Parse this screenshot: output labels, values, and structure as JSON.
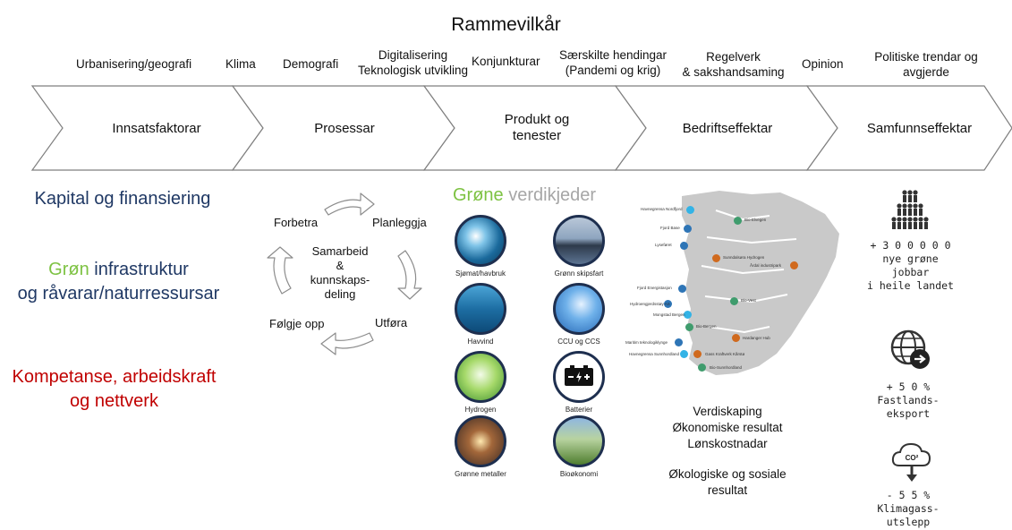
{
  "title": "Rammevilkår",
  "framework": [
    {
      "l1": "Urbanisering/geografi",
      "l2": ""
    },
    {
      "l1": "Klima",
      "l2": ""
    },
    {
      "l1": "Demografi",
      "l2": ""
    },
    {
      "l1": "Digitalisering",
      "l2": "Teknologisk utvikling"
    },
    {
      "l1": "Konjunkturar",
      "l2": ""
    },
    {
      "l1": "Særskilte hendingar",
      "l2": "(Pandemi og krig)"
    },
    {
      "l1": "Regelverk",
      "l2": "& sakshandsaming"
    },
    {
      "l1": "Opinion",
      "l2": ""
    },
    {
      "l1": "Politiske trendar og",
      "l2": "avgjerde"
    }
  ],
  "chain": [
    {
      "l1": "Innsatsfaktorar",
      "l2": ""
    },
    {
      "l1": "Prosessar",
      "l2": ""
    },
    {
      "l1": "Produkt og",
      "l2": "tenester"
    },
    {
      "l1": "Bedriftseffektar",
      "l2": ""
    },
    {
      "l1": "Samfunnseffektar",
      "l2": ""
    }
  ],
  "inputs": {
    "kapital": "Kapital og finansiering",
    "gron_word": "Grøn",
    "infra_rest": " infrastruktur",
    "infra_l2": "og råvarar/naturressursar",
    "kompetanse_l1": "Kompetanse, arbeidskraft",
    "kompetanse_l2": "og nettverk"
  },
  "cycle": {
    "planlegga": "Planleggja",
    "utfora": "Utføra",
    "folgje": "Følgje opp",
    "forbetra": "Forbetra",
    "center_l1": "Samarbeid",
    "center_l2": "&",
    "center_l3": "kunnskaps-",
    "center_l4": "deling"
  },
  "value_chains": {
    "title_green": "Grøne",
    "title_rest": " verdikjeder",
    "sectors": [
      "Sjømat/havbruk",
      "Grønn skipsfart",
      "Havvind",
      "CCU og CCS",
      "Hydrogen",
      "Batterier",
      "Grønne metaller",
      "Bioøkonomi"
    ]
  },
  "map_labels": [
    "Havnegrensa Nordfjord",
    "Fjord Base",
    "Lyseføret",
    "Bio-Elvegen",
    "Sunndalsøra Hydrogen",
    "Årdal industripark",
    "Fjord Energistasjon",
    "Hydroengjerdsstøy AS",
    "Mongstad Bergen",
    "Bio-Vest",
    "Bio-Bergen",
    "Hardanger Hub",
    "Maritim teknologiklynge",
    "Havnegrensa Sunnhordland",
    "Gass Kraftverk Kårstø",
    "Bio-Sunnhordland"
  ],
  "company_effects": {
    "l1": "Verdiskaping",
    "l2": "Økonomiske resultat",
    "l3": "Lønskostnadar",
    "l4": "Økologiske og sosiale",
    "l5": "resultat"
  },
  "society": {
    "jobs_l1": "+ 3 0 0  0 0 0",
    "jobs_l2": "nye grøne",
    "jobs_l3": "jobbar",
    "jobs_l4": "i heile landet",
    "export_l1": "+  5 0  %",
    "export_l2": "Fastlands-",
    "export_l3": "eksport",
    "co2_label": "CO²",
    "emis_l1": "-  5 5 %",
    "emis_l2": "Klimagass-",
    "emis_l3": "utslepp"
  },
  "colors": {
    "navy": "#1f3864",
    "green": "#7dc242",
    "red": "#c00000",
    "grey_text": "#a6a6a6",
    "map_grey": "#c9c9c9",
    "dot_blue": "#2e75b6",
    "dot_lightblue": "#33b3e6",
    "dot_green": "#3f9c6d",
    "dot_orange": "#d06a1e"
  },
  "icons": [
    "people-group-icon",
    "globe-export-icon",
    "cloud-co2-icon",
    "cycle-arrow-icon"
  ]
}
